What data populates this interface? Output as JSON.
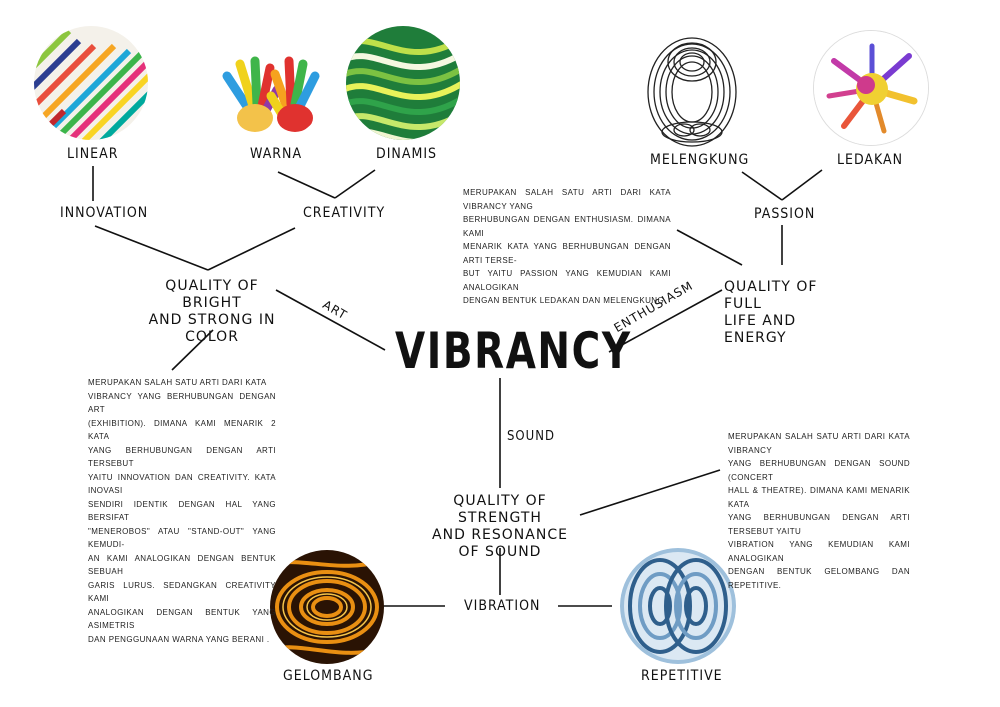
{
  "title": "VIBRANCY",
  "branches": {
    "art": "ART",
    "enthusiasm": "ENTHUSIASM",
    "sound": "SOUND"
  },
  "qualities": {
    "art": "QUALITY OF BRIGHT\nAND STRONG IN\nCOLOR",
    "enthusiasm": "QUALITY OF FULL\nLIFE AND ENERGY",
    "sound": "QUALITY OF STRENGTH\nAND RESONANCE\nOF SOUND"
  },
  "concepts": {
    "innovation": "INNOVATION",
    "creativity": "CREATIVITY",
    "passion": "PASSION",
    "vibration": "VIBRATION"
  },
  "leaves": {
    "linear": "LINEAR",
    "warna": "WARNA",
    "dinamis": "DINAMIS",
    "melengkung": "MELENGKUNG",
    "ledakan": "LEDAKAN",
    "gelombang": "GELOMBANG",
    "repetitive": "REPETITIVE"
  },
  "descriptions": {
    "art": "MERUPAKAN SALAH SATU ARTI DARI KATA\nVIBRANCY YANG BERHUBUNGAN DENGAN ART\n(EXHIBITION). DIMANA KAMI MENARIK 2 KATA\nYANG BERHUBUNGAN DENGAN ARTI TERSEBUT\nYAITU INNOVATION DAN CREATIVITY. KATA INOVASI\nSENDIRI IDENTIK DENGAN HAL YANG BERSIFAT\n\"MENEROBOS\" ATAU \"STAND-OUT\" YANG KEMUDI-\nAN KAMI ANALOGIKAN DENGAN BENTUK SEBUAH\nGARIS LURUS. SEDANGKAN CREATIVITY KAMI\nANALOGIKAN DENGAN BENTUK YANG ASIMETRIS\nDAN PENGGUNAAN WARNA YANG BERANI .",
    "enthusiasm": "MERUPAKAN SALAH SATU ARTI DARI KATA VIBRANCY YANG\nBERHUBUNGAN DENGAN ENTHUSIASM. DIMANA KAMI\nMENARIK KATA YANG BERHUBUNGAN DENGAN ARTI TERSE-\nBUT YAITU PASSION YANG KEMUDIAN KAMI ANALOGIKAN\nDENGAN BENTUK LEDAKAN DAN MELENGKUNG.",
    "sound": "MERUPAKAN SALAH SATU ARTI DARI KATA VIBRANCY\nYANG BERHUBUNGAN DENGAN SOUND (CONCERT\nHALL & THEATRE). DIMANA KAMI MENARIK KATA\nYANG BERHUBUNGAN DENGAN ARTI TERSEBUT YAITU\nVIBRATION YANG KEMUDIAN KAMI ANALOGIKAN\nDENGAN BENTUK GELOMBANG DAN REPETITIVE."
  },
  "colors": {
    "ink": "#111111",
    "background": "#ffffff"
  }
}
